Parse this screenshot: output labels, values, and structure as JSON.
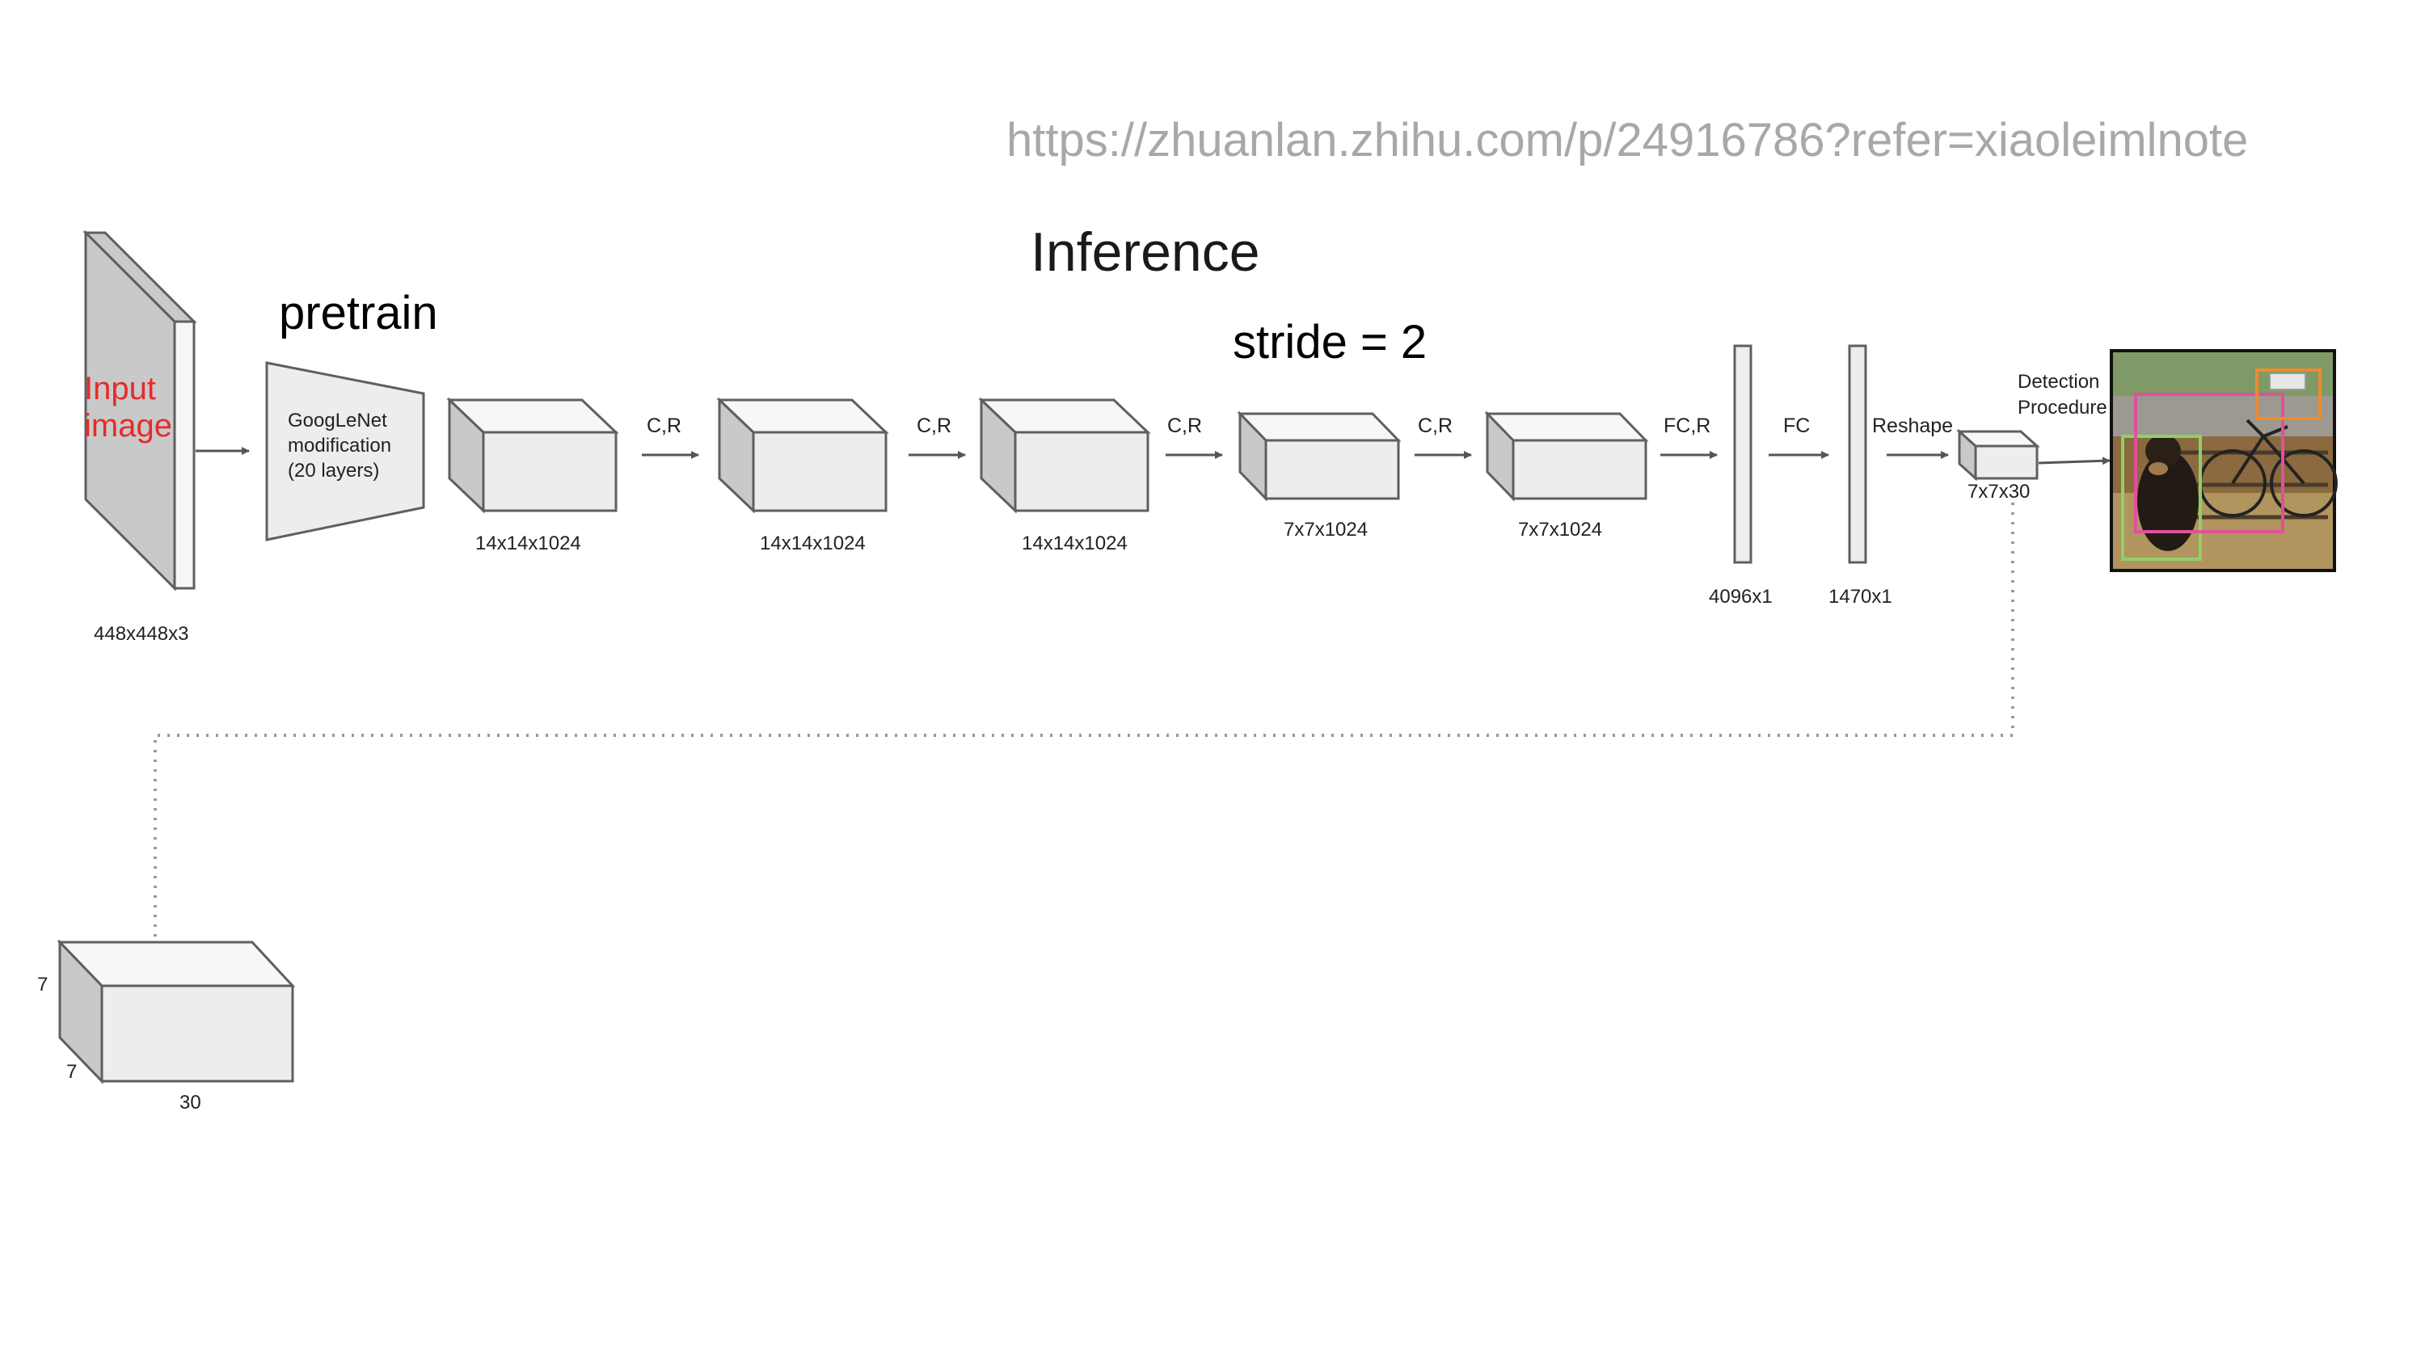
{
  "url": "https://zhuanlan.zhihu.com/p/24916786?refer=xiaoleimlnote",
  "title": "Inference",
  "pretrain_note": "pretrain",
  "stride_note": "stride = 2",
  "input": {
    "line1": "Input",
    "line2": "image",
    "dims": "448x448x3"
  },
  "googlenet": {
    "line1": "GoogLeNet",
    "line2": "modification",
    "line3": "(20 layers)"
  },
  "blocks": [
    {
      "dims": "14x14x1024"
    },
    {
      "dims": "14x14x1024"
    },
    {
      "dims": "14x14x1024"
    },
    {
      "dims": "7x7x1024"
    },
    {
      "dims": "7x7x1024"
    }
  ],
  "ops": [
    "C,R",
    "C,R",
    "C,R",
    "C,R",
    "FC,R",
    "FC",
    "Reshape"
  ],
  "fc_layers": [
    {
      "dims": "4096x1"
    },
    {
      "dims": "1470x1"
    }
  ],
  "output": {
    "dims": "7x7x30"
  },
  "detection": {
    "line1": "Detection",
    "line2": "Procedure"
  },
  "zoom_tensor": {
    "height": "7",
    "depth": "7",
    "width": "30"
  },
  "colors": {
    "input_label": "#e52b2b",
    "box_pink": "#e0509a",
    "box_orange": "#f08a2e",
    "box_green": "#8fcf6a"
  }
}
